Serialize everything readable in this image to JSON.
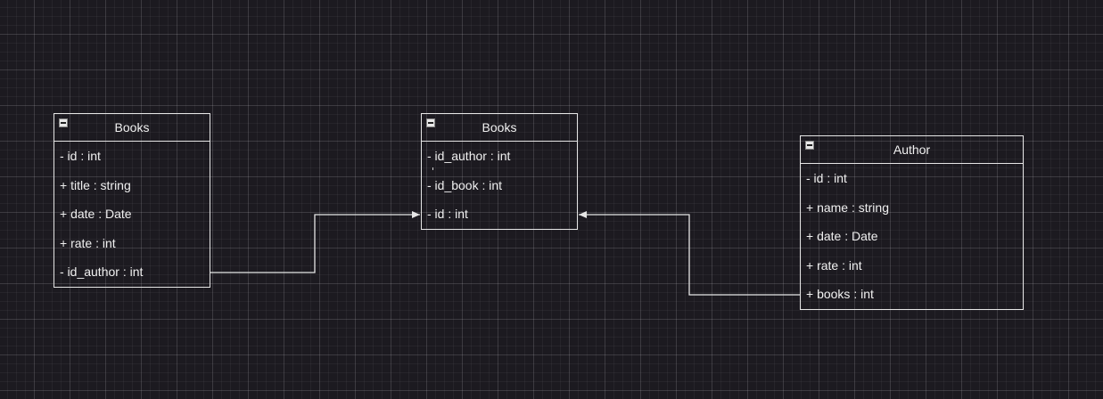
{
  "colors": {
    "background": "#1c1a20",
    "line": "#e6e6e6",
    "text": "#f0f0f0"
  },
  "classes": [
    {
      "title": "Books",
      "icon": "collapse-icon",
      "fields": [
        "- id : int",
        "+ title : string",
        "+ date : Date",
        "+ rate : int",
        "- id_author : int"
      ]
    },
    {
      "title": "Books",
      "icon": "collapse-icon",
      "fields": [
        "- id_author : int",
        "- id_book : int",
        "- id : int"
      ]
    },
    {
      "title": "Author",
      "icon": "collapse-icon",
      "fields": [
        "- id : int",
        "+ name : string",
        "+ date : Date",
        "+ rate : int",
        "+ books : int"
      ]
    }
  ]
}
